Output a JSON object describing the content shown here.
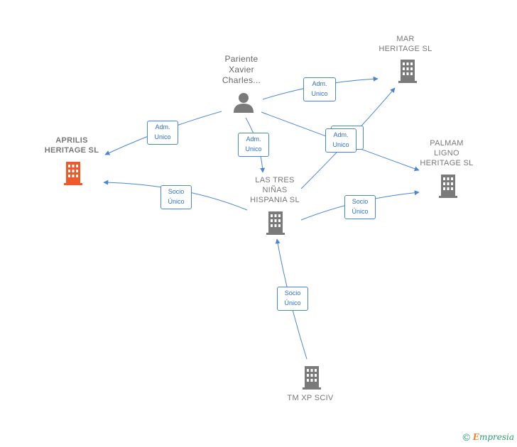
{
  "nodes": {
    "person": {
      "label": "Pariente\nXavier\nCharles..."
    },
    "mar": {
      "label": "MAR\nHERITAGE  SL"
    },
    "aprilis": {
      "label": "APRILIS\nHERITAGE  SL"
    },
    "palmam": {
      "label": "PALMAM\nLIGNO\nHERITAGE  SL"
    },
    "lastres": {
      "label": "LAS TRES\nNIÑAS\nHISPANIA  SL"
    },
    "tmxp": {
      "label": "TM XP SCIV"
    }
  },
  "edges": {
    "adm_aprilis": {
      "line1": "Adm.",
      "line2": "Unico"
    },
    "adm_mar": {
      "line1": "Adm.",
      "line2": "Unico"
    },
    "adm_lastres": {
      "line1": "Adm.",
      "line2": "Unico"
    },
    "adm_palmam": {
      "line1": "Adm.",
      "line2": "Unico"
    },
    "socio_aprilis": {
      "line1": "Socio",
      "line2": "Único"
    },
    "socio_palmam": {
      "line1": "Socio",
      "line2": "Único"
    },
    "socio_lastres": {
      "line1": "Socio",
      "line2": "Único"
    }
  },
  "footer": {
    "copyright": "©",
    "brand_first": "E",
    "brand_rest": "mpresia"
  },
  "colors": {
    "edge": "#4a86d6",
    "building": "#7a7a7a",
    "building_main": "#f05a28",
    "person": "#7a7a7a"
  }
}
